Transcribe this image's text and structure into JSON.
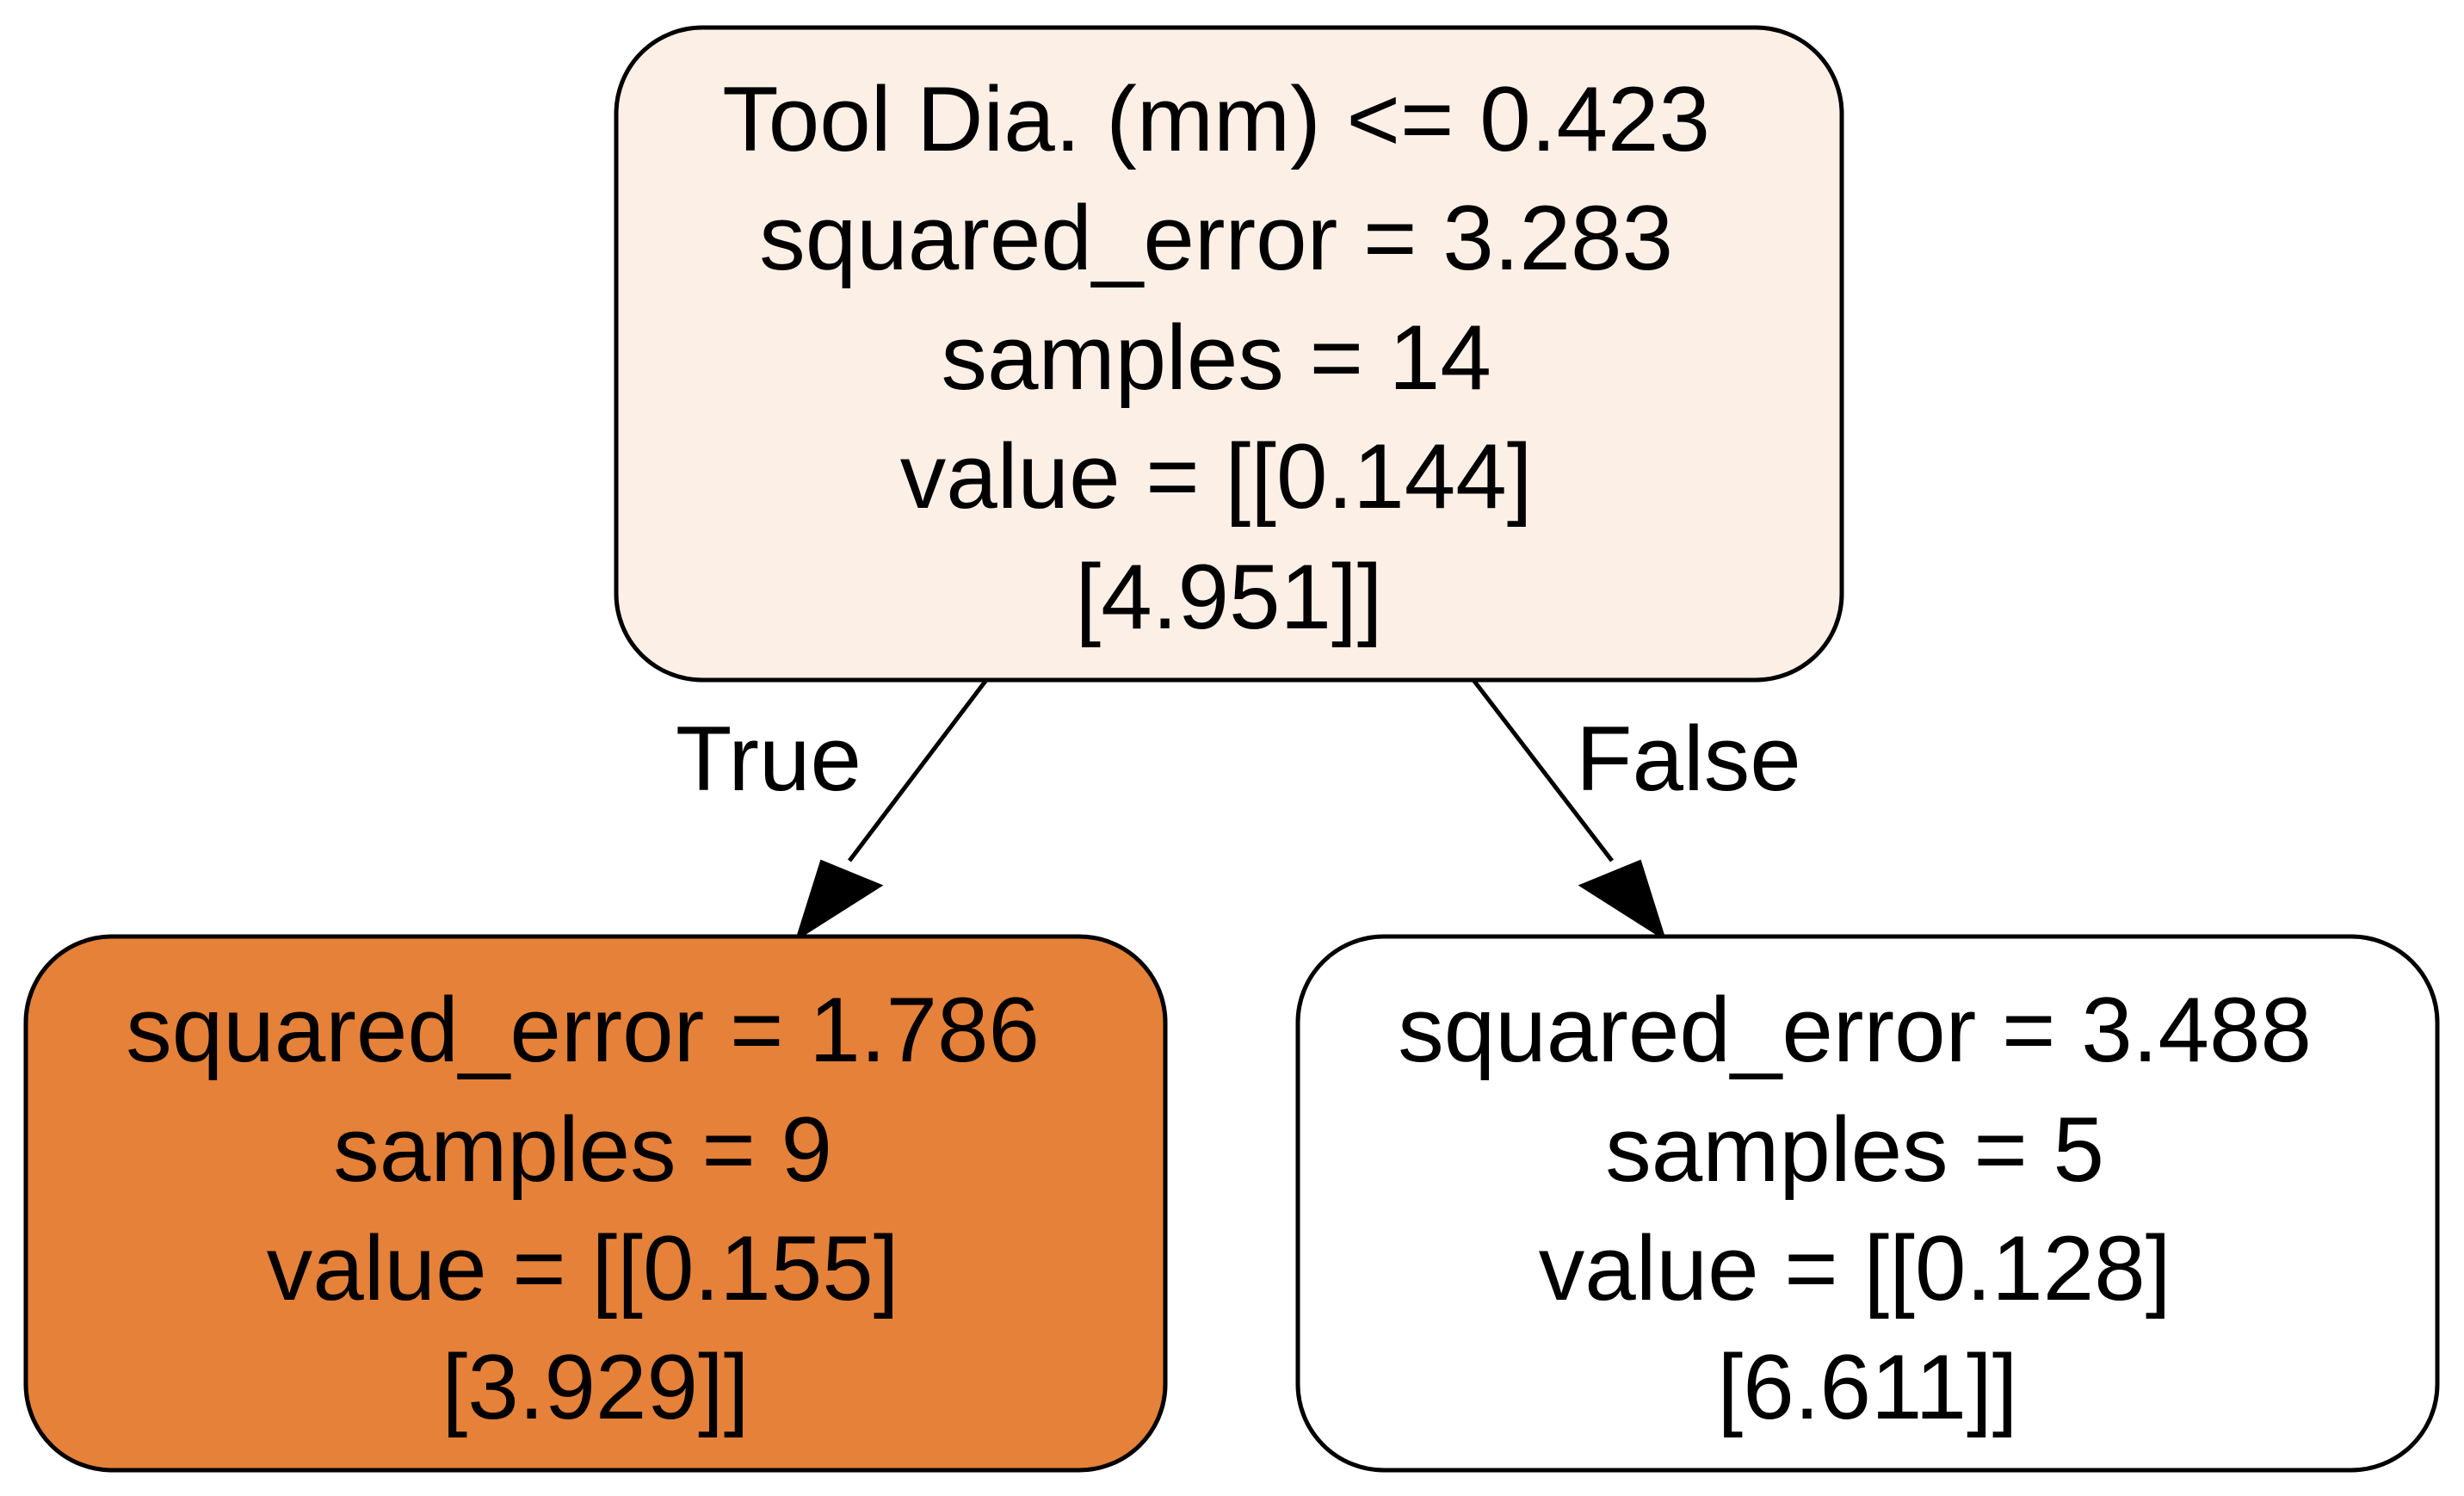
{
  "tree": {
    "nodes": [
      {
        "id": "root",
        "lines": [
          "Tool Dia. (mm) <= 0.423",
          "squared_error = 3.283",
          "samples = 14",
          "value = [[0.144]",
          "[4.951]]"
        ],
        "fill": "#fcefe6"
      },
      {
        "id": "left",
        "lines": [
          "squared_error = 1.786",
          "samples = 9",
          "value = [[0.155]",
          "[3.929]]"
        ],
        "fill": "#e58139"
      },
      {
        "id": "right",
        "lines": [
          "squared_error = 3.488",
          "samples = 5",
          "value = [[0.128]",
          "[6.611]]"
        ],
        "fill": "#ffffff"
      }
    ],
    "edges": [
      {
        "from": "root",
        "to": "left",
        "label": "True"
      },
      {
        "from": "root",
        "to": "right",
        "label": "False"
      }
    ]
  }
}
